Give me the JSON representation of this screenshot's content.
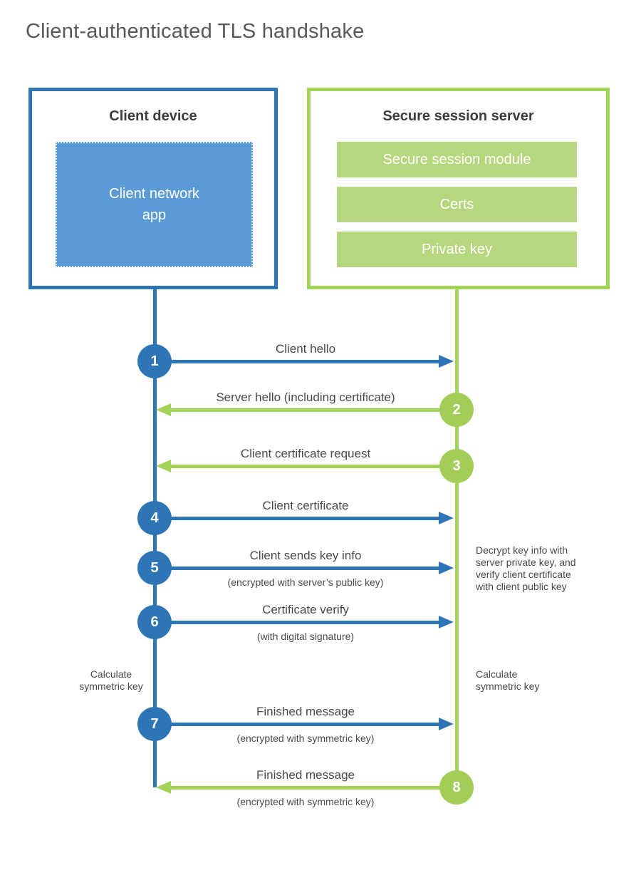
{
  "title": "Client-authenticated TLS handshake",
  "colors": {
    "blue_border": "#2e75b6",
    "blue_fill": "#5b9bd5",
    "green_border": "#a2d45a",
    "green_fill": "#b6d77d",
    "text_gray": "#4a4a4a",
    "title_gray": "#58595b"
  },
  "client": {
    "title": "Client device",
    "app_label": "Client network app"
  },
  "server": {
    "title": "Secure session server",
    "modules": [
      "Secure session module",
      "Certs",
      "Private key"
    ]
  },
  "steps": [
    {
      "num": "1",
      "label": "Client hello",
      "direction": "right",
      "color": "blue"
    },
    {
      "num": "2",
      "label": "Server hello (including certificate)",
      "direction": "left",
      "color": "green"
    },
    {
      "num": "3",
      "label": "Client certificate request",
      "direction": "left",
      "color": "green"
    },
    {
      "num": "4",
      "label": "Client certificate",
      "direction": "right",
      "color": "blue"
    },
    {
      "num": "5",
      "label": "Client sends key info",
      "sub": "(encrypted with server’s public key)",
      "direction": "right",
      "color": "blue"
    },
    {
      "num": "6",
      "label": "Certificate verify",
      "sub": "(with digital signature)",
      "direction": "right",
      "color": "blue"
    },
    {
      "num": "7",
      "label": "Finished message",
      "sub": "(encrypted with symmetric key)",
      "direction": "right",
      "color": "blue"
    },
    {
      "num": "8",
      "label": "Finished message",
      "sub": "(encrypted with symmetric key)",
      "direction": "left",
      "color": "green"
    }
  ],
  "annotations": {
    "decrypt_note": "Decrypt key info with server private key, and verify client certificate with client public key",
    "calculate_left": "Calculate symmetric key",
    "calculate_right": "Calculate symmetric key"
  }
}
